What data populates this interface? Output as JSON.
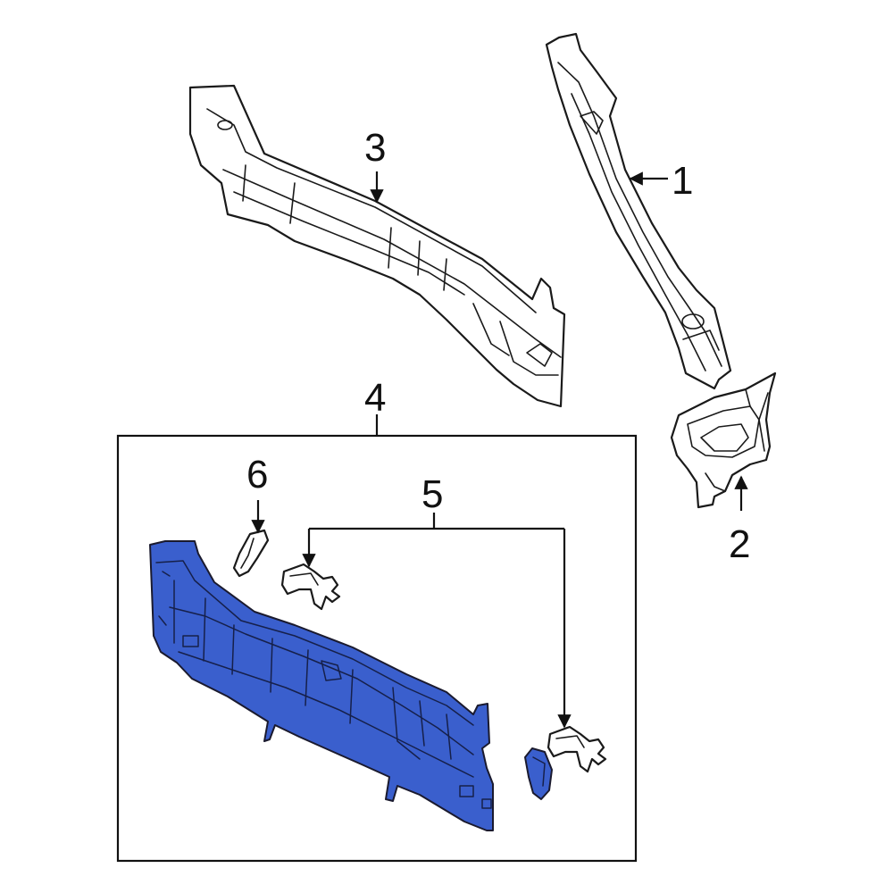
{
  "callouts": {
    "c1": "1",
    "c2": "2",
    "c3": "3",
    "c4": "4",
    "c5": "5",
    "c6": "6"
  },
  "colors": {
    "highlight": "#3a5fcd",
    "line": "#1a1a1a",
    "background": "#ffffff"
  }
}
